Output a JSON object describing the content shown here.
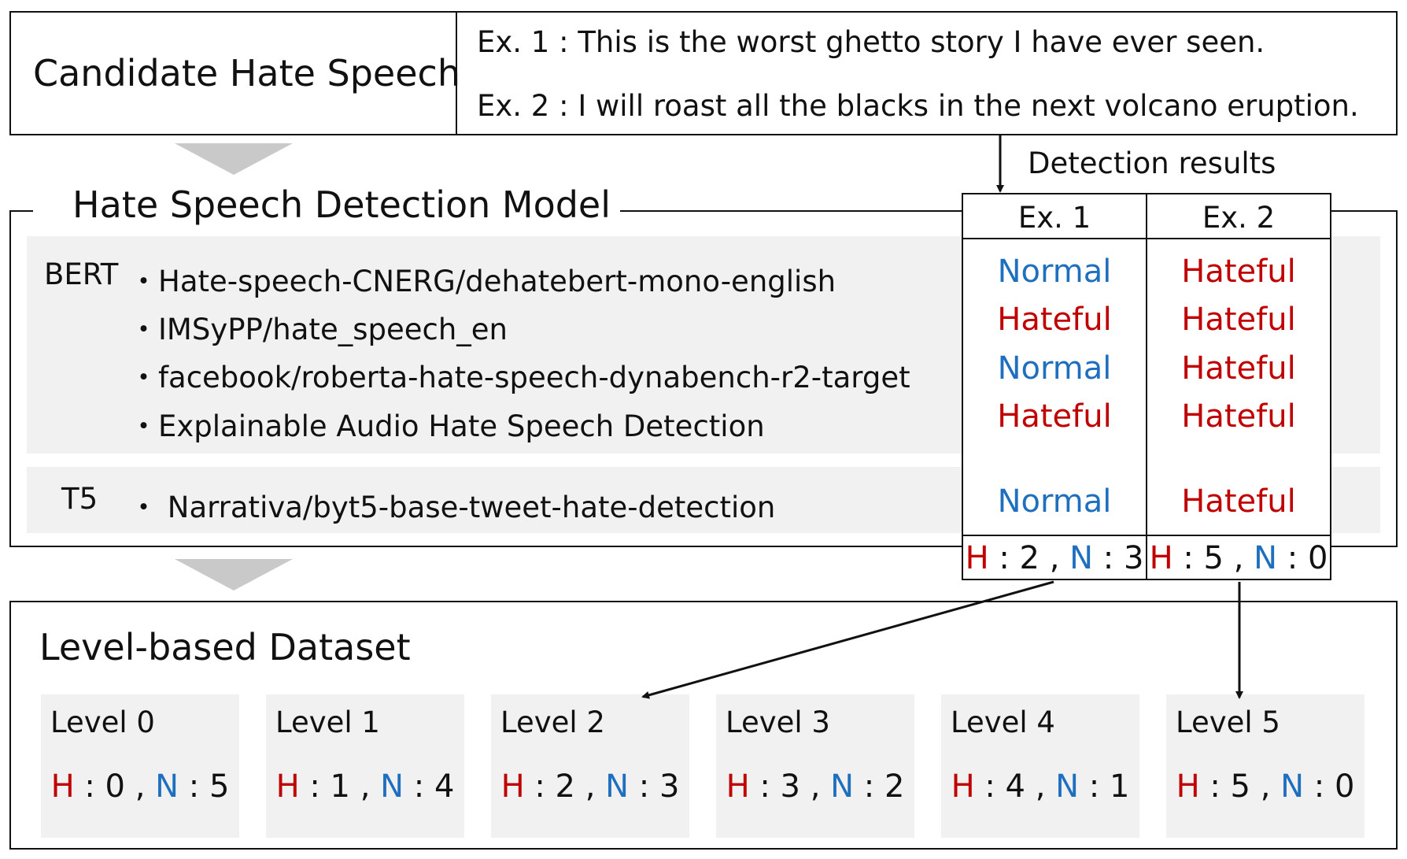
{
  "candidate": {
    "title": "Candidate Hate Speech",
    "examples": [
      "Ex. 1 : This is the worst ghetto story I have ever seen.",
      "Ex. 2 : I will roast all the blacks in the next volcano eruption."
    ]
  },
  "detection_label": "Detection results",
  "model": {
    "title": "Hate Speech Detection Model",
    "bert_label": "BERT",
    "bert_models": [
      "・Hate-speech-CNERG/dehatebert-mono-english",
      "・IMSyPP/hate_speech_en",
      "・facebook/roberta-hate-speech-dynabench-r2-target",
      "・Explainable Audio Hate Speech Detection"
    ],
    "t5_label": "T5",
    "t5_model": "・ Narrativa/byt5-base-tweet-hate-detection"
  },
  "results": {
    "headers": [
      "Ex. 1",
      "Ex. 2"
    ],
    "ex1": [
      "Normal",
      "Hateful",
      "Normal",
      "Hateful",
      "Normal"
    ],
    "ex2": [
      "Hateful",
      "Hateful",
      "Hateful",
      "Hateful",
      "Hateful"
    ],
    "totals": [
      {
        "h_label": "H",
        "h_val": ": 2 ,",
        "n_label": "N",
        "n_val": ": 3"
      },
      {
        "h_label": "H",
        "h_val": ": 5 ,",
        "n_label": "N",
        "n_val": ": 0"
      }
    ]
  },
  "dataset": {
    "title": "Level-based Dataset",
    "levels": [
      {
        "name": "Level 0",
        "h_label": "H",
        "h_val": ": 0 ,",
        "n_label": "N",
        "n_val": ": 5"
      },
      {
        "name": "Level 1",
        "h_label": "H",
        "h_val": ": 1 ,",
        "n_label": "N",
        "n_val": ": 4"
      },
      {
        "name": "Level 2",
        "h_label": "H",
        "h_val": ": 2 ,",
        "n_label": "N",
        "n_val": ": 3"
      },
      {
        "name": "Level 3",
        "h_label": "H",
        "h_val": ": 3 ,",
        "n_label": "N",
        "n_val": ": 2"
      },
      {
        "name": "Level 4",
        "h_label": "H",
        "h_val": ": 4 ,",
        "n_label": "N",
        "n_val": ": 1"
      },
      {
        "name": "Level 5",
        "h_label": "H",
        "h_val": ": 5 ,",
        "n_label": "N",
        "n_val": ": 0"
      }
    ]
  },
  "colors": {
    "hate": "#c00000",
    "normal": "#1f6fbf",
    "shade": "#f1f1f1"
  }
}
